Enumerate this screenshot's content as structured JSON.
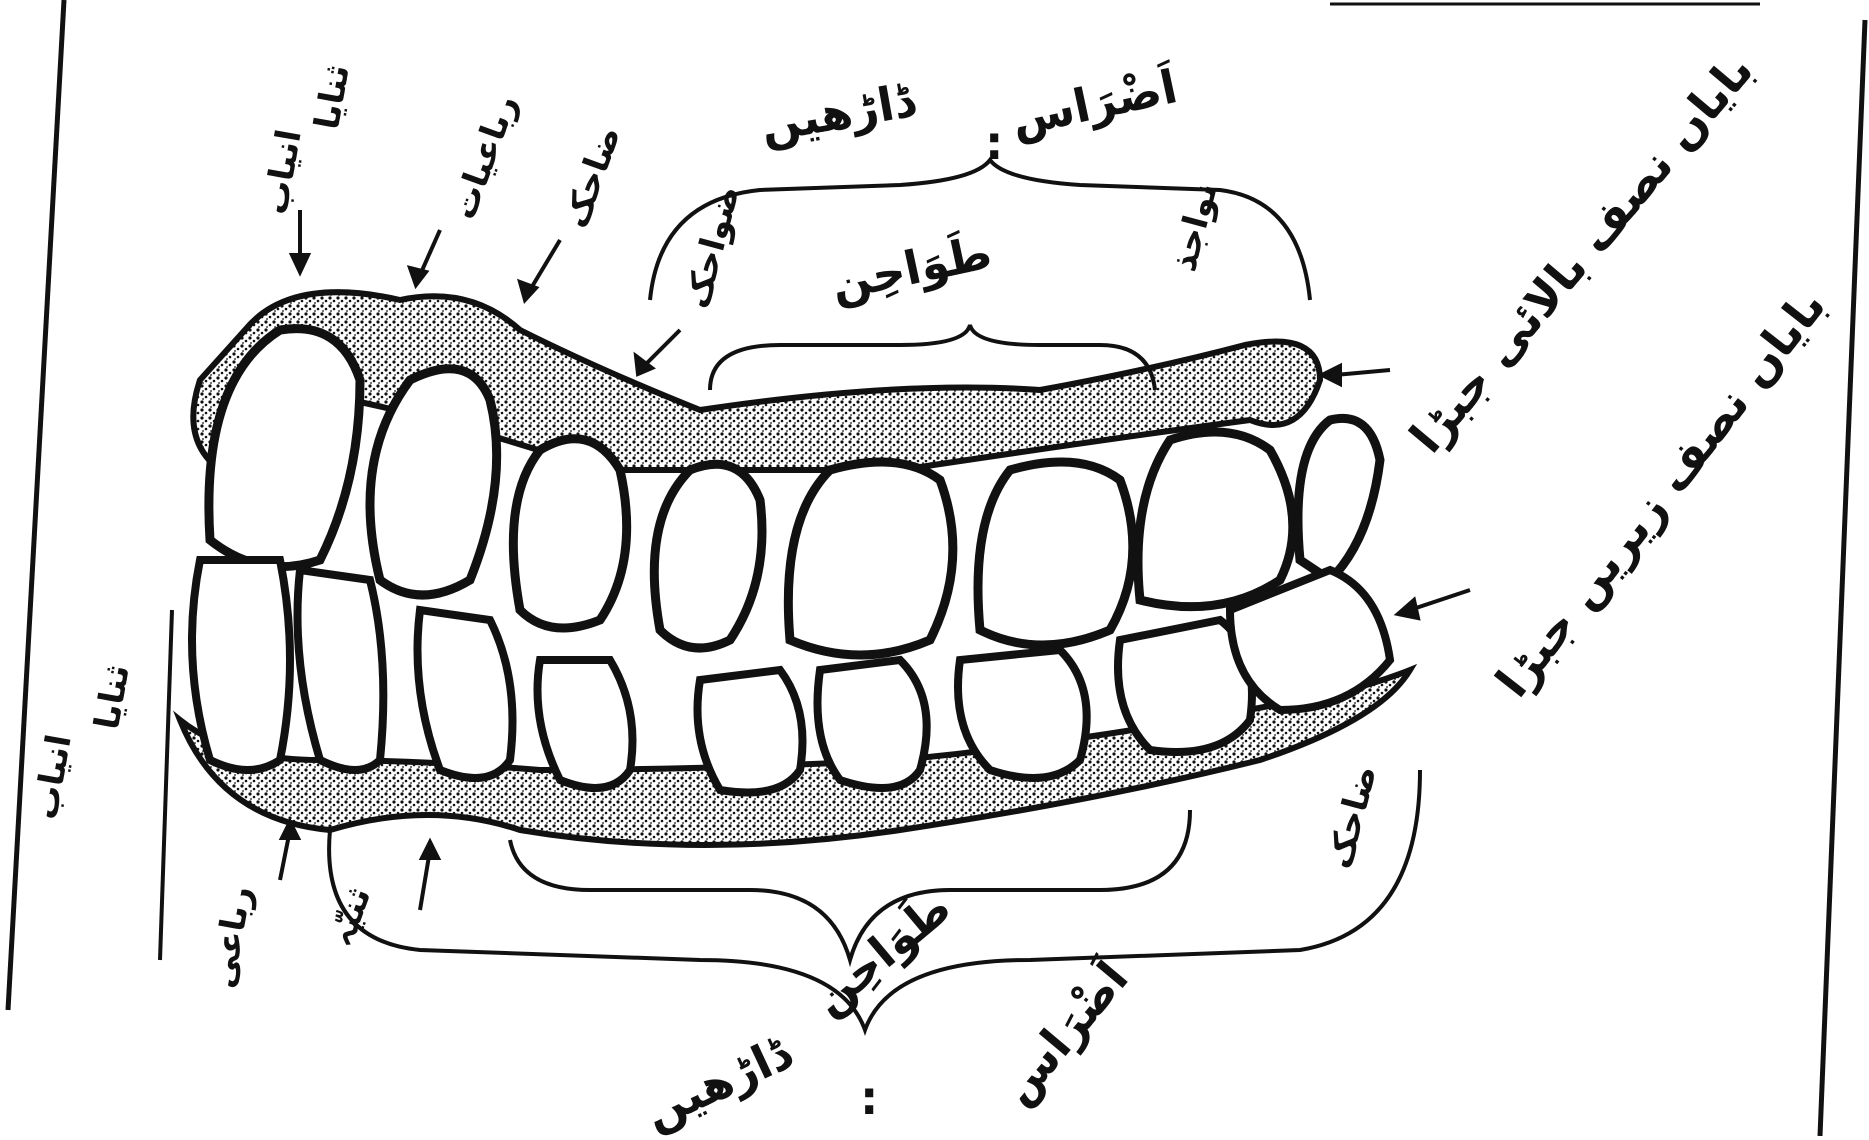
{
  "labels": {
    "upper_molars": "اَضْرَاس",
    "upper_separator": ":",
    "upper_premolars": "ڈاڑھیں",
    "upper_grinders": "طَوَاحِن",
    "upper_left_half_jaw": "بایاں نصف بالائی جبڑا",
    "lower_left_half_jaw": "بایاں نصف زیریں جبڑا",
    "lower_grinders": "طَوَاحِن",
    "lower_molars": "اَضْرَاس",
    "lower_separator": ":",
    "lower_premolars": "ڈاڑھیں",
    "upper_tooth_small_1": "نواجذ",
    "upper_tooth_small_2": "ضواحک",
    "upper_tooth_incisor_a": "ثنایا",
    "upper_tooth_incisor_b": "رباعیات",
    "upper_tooth_canine": "انیاب",
    "upper_tooth_side": "ضاحک",
    "lower_tooth_incisor": "ثنایا",
    "lower_tooth_canine": "انیاب",
    "lower_tooth_side": "رباعی",
    "lower_tooth_left_a": "ثنیّہ",
    "lower_tooth_left_b": "ضاحک"
  }
}
